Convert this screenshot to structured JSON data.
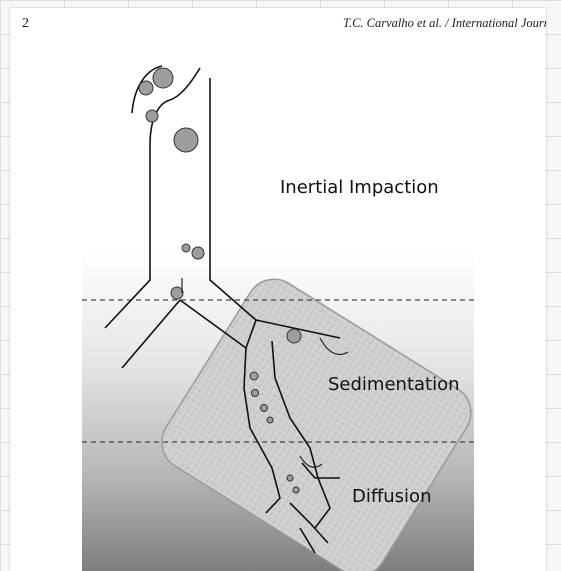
{
  "page_number": "2",
  "running_header": "T.C. Carvalho et al. / International Journ",
  "figure": {
    "labels": {
      "inertial": "Inertial Impaction",
      "sedimentation": "Sedimentation",
      "diffusion": "Diffusion"
    }
  }
}
